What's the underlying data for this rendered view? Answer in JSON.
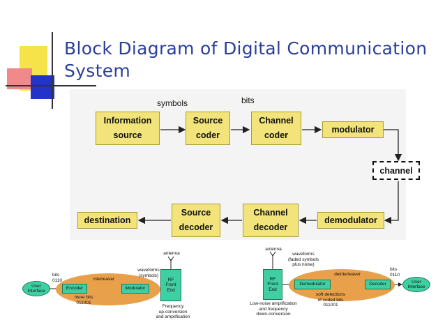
{
  "title": "Block Diagram of Digital Communication System",
  "title_line1": "Block Diagram of Digital Communication",
  "title_line2": "System",
  "main_diagram": {
    "labels": {
      "symbols": "symbols",
      "bits": "bits"
    },
    "blocks": {
      "info_line1": "Information",
      "info_line2": "source",
      "source_coder_line1": "Source",
      "source_coder_line2": "coder",
      "channel_coder_line1": "Channel",
      "channel_coder_line2": "coder",
      "modulator": "modulator",
      "channel": "channel",
      "demodulator": "demodulator",
      "channel_decoder_line1": "Channel",
      "channel_decoder_line2": "decoder",
      "source_decoder_line1": "Source",
      "source_decoder_line2": "decoder",
      "destination": "destination"
    }
  },
  "tx_diagram": {
    "user_interface": "User Interface",
    "bits": "bits",
    "bits_value": "0110",
    "encoder": "Encoder",
    "interleaver": "interleaver",
    "more_bits": "more bits",
    "more_bits_value": "011001",
    "modulator": "Modulator",
    "waveforms": "waveforms",
    "waveforms_sub": "(symbols)",
    "antenna": "antenna",
    "rf_front_end": "RF Front End",
    "freq_line1": "Frequency",
    "freq_line2": "up-conversion",
    "freq_line3": "and amplification"
  },
  "rx_diagram": {
    "antenna": "antenna",
    "waveforms": "waveforms",
    "waveforms_sub1": "(faded symbols",
    "waveforms_sub2": "plus noise)",
    "rf_front_end": "RF Front End",
    "lna_line1": "Low-noise amplification",
    "lna_line2": "and frequency",
    "lna_line3": "down-conversion",
    "deinterleaver": "deinterleaver",
    "demodulator": "Demodulator",
    "decoder": "Decoder",
    "soft_line1": "soft detections",
    "soft_line2": "of coded bits",
    "soft_value": "011001",
    "bits": "bits",
    "bits_value": "0110",
    "user_interface": "User Interface"
  },
  "colors": {
    "title": "#2b3f9a",
    "block_fill": "#f2e47a",
    "ellipse_fill": "#e9a04a",
    "green_fill": "#3fcfa2"
  }
}
